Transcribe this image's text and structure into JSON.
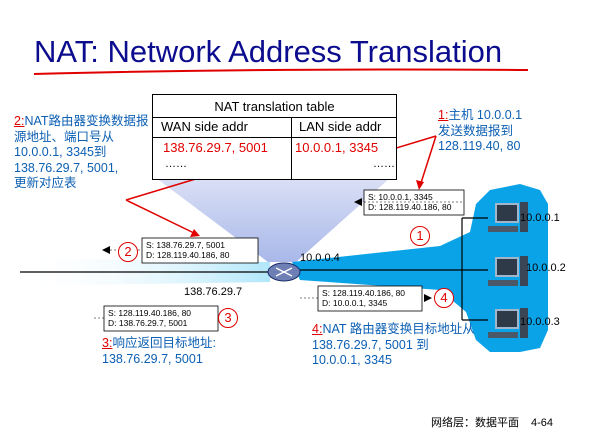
{
  "title": "NAT: Network Address Translation",
  "nat_table": {
    "title": "NAT translation table",
    "headers": [
      "WAN side addr",
      "LAN side addr"
    ],
    "rows": [
      [
        "138.76.29.7, 5001",
        "10.0.0.1, 3345"
      ],
      [
        "……",
        "……"
      ]
    ]
  },
  "notes": {
    "step1": {
      "num": "1:",
      "lines": [
        "主机 10.0.0.1",
        "发送数据报到",
        "128.119.40, 80"
      ]
    },
    "step2": {
      "num": "2:",
      "lines": [
        "NAT路由器变换数据报",
        "源地址、端口号从",
        "10.0.0.1, 3345到",
        "138.76.29.7, 5001,",
        "更新对应表"
      ]
    },
    "step3": {
      "num": "3:",
      "lines": [
        "响应返回目标地址:",
        "138.76.29.7, 5001"
      ]
    },
    "step4": {
      "num": "4:",
      "lines": [
        "NAT 路由器变换目标地址从",
        "138.76.29.7, 5001 到",
        "10.0.0.1, 3345"
      ]
    }
  },
  "packets": {
    "p1": {
      "src": "S: 10.0.0.1, 3345",
      "dst": "D: 128.119.40.186, 80"
    },
    "p2": {
      "src": "S: 138.76.29.7, 5001",
      "dst": "D: 128.119.40.186, 80"
    },
    "p3": {
      "src": "S: 128.119.40.186, 80",
      "dst": "D: 138.76.29.7, 5001"
    },
    "p4": {
      "src": "S: 128.119.40.186, 80",
      "dst": "D: 10.0.0.1, 3345"
    }
  },
  "circles": [
    "1",
    "2",
    "3",
    "4"
  ],
  "labels": {
    "router_lan": "10.0.0.4",
    "router_wan": "138.76.29.7",
    "host1": "10.0.0.1",
    "host2": "10.0.0.2",
    "host3": "10.0.0.3"
  },
  "footer": {
    "section": "网络层：数据平面",
    "page": "4-64"
  },
  "colors": {
    "title": "#0c0c8f",
    "note_text": "#0c5fb3",
    "highlight": "#e00000",
    "lan_cloud": "#0aa3e8"
  }
}
